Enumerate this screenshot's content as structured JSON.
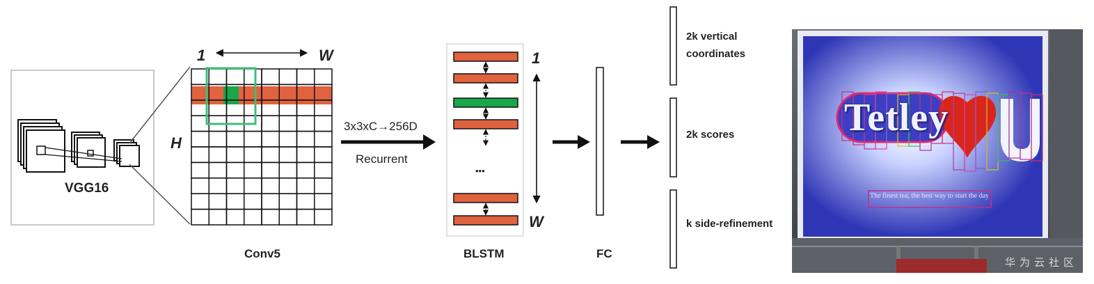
{
  "vgg": {
    "label": "VGG16"
  },
  "conv": {
    "label": "Conv5",
    "axis_start": "1",
    "axis_end": "W",
    "height_label": "H",
    "grid_rows": 10,
    "grid_cols": 8,
    "highlight_row": 2,
    "highlight_col": 3
  },
  "arrow1": {
    "top_label": "3x3xC→256D",
    "bottom_label": "Recurrent"
  },
  "blstm": {
    "label": "BLSTM",
    "ellipsis": "•••",
    "axis_start": "1",
    "axis_end": "W",
    "bars": [
      "orange",
      "orange",
      "green",
      "orange",
      "orange",
      "orange"
    ]
  },
  "fc": {
    "label": "FC"
  },
  "outputs": [
    {
      "label_line1": "2k vertical",
      "label_line2": "coordinates"
    },
    {
      "label_line1": "2k scores",
      "label_line2": ""
    },
    {
      "label_line1": "k side-refinement",
      "label_line2": ""
    }
  ],
  "photo": {
    "word": "Tetley",
    "tagline": "The finest tea, the best way to start the day"
  },
  "watermark": "华为云社区",
  "colors": {
    "orange": "#e0623f",
    "green": "#1aa64a",
    "highlight_box": "#3dbf7a",
    "line": "#111111",
    "panel_border": "#c9c9c9",
    "billboard": "#2f36b5",
    "proposal": "#c0308a"
  }
}
